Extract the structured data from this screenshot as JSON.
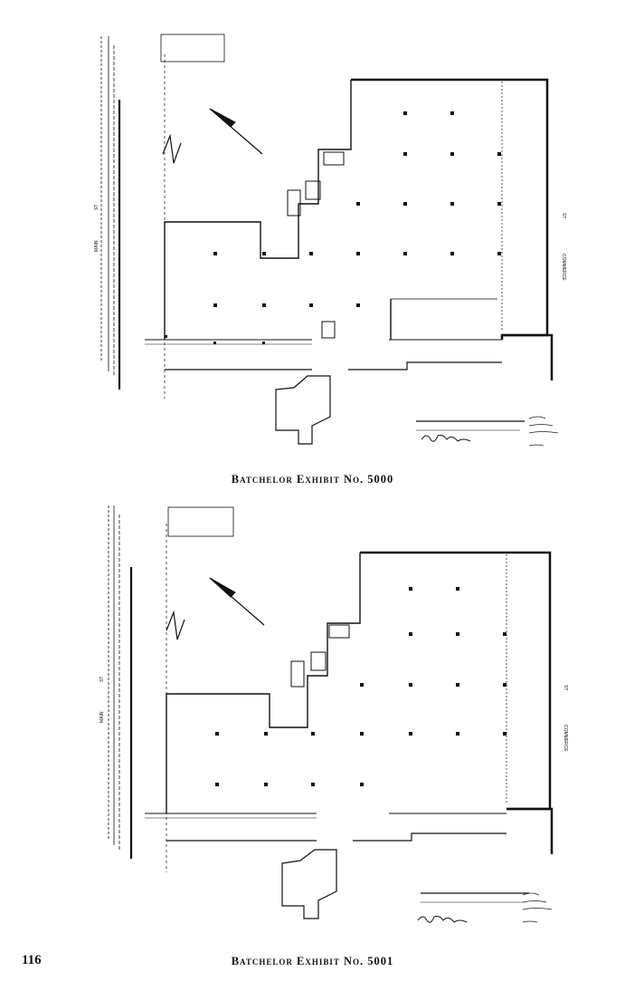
{
  "page": {
    "number": "116"
  },
  "exhibits": [
    {
      "caption": "Batchelor Exhibit No. 5000",
      "street_main": "MAIN",
      "street_st_left": "ST",
      "street_commerce": "COMMERCE",
      "street_st_right": "ST"
    },
    {
      "caption": "Batchelor Exhibit No. 5001",
      "street_main": "MAIN",
      "street_st_left": "ST",
      "street_commerce": "COMMERCE",
      "street_st_right": "ST"
    }
  ]
}
